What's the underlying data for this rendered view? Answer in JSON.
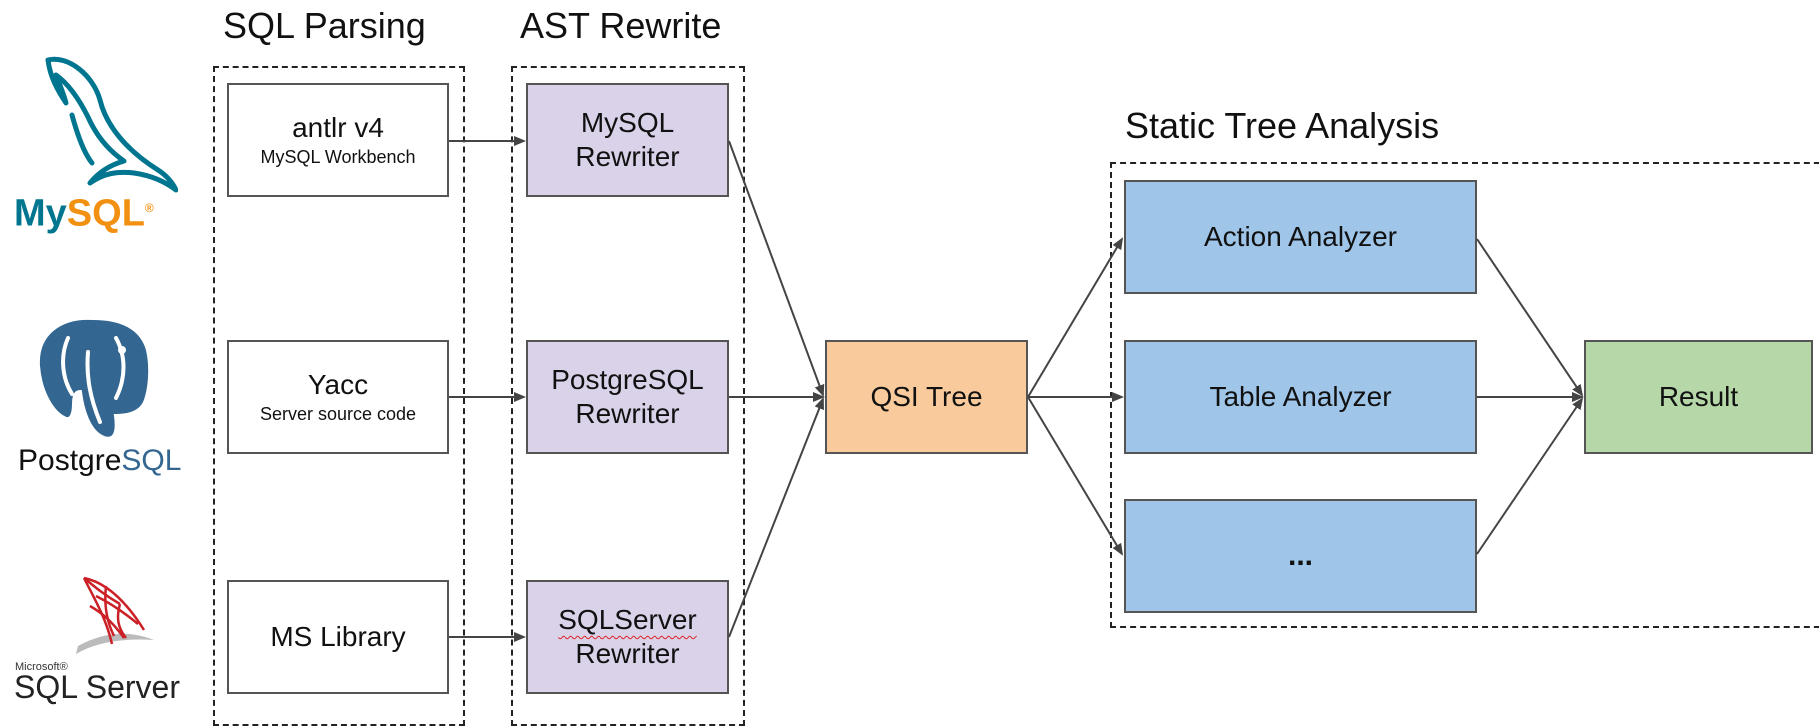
{
  "headings": {
    "sql_parsing": "SQL Parsing",
    "ast_rewrite": "AST Rewrite",
    "static_tree_analysis": "Static Tree Analysis"
  },
  "logos": {
    "mysql": {
      "text_a": "My",
      "text_b": "SQL",
      "mark": "®"
    },
    "postgresql": {
      "text_a": "Postgre",
      "text_b": "SQL"
    },
    "sqlserver": {
      "small": "Microsoft®",
      "text": "SQL Server"
    }
  },
  "parsers": [
    {
      "title": "antlr v4",
      "subtitle": "MySQL Workbench"
    },
    {
      "title": "Yacc",
      "subtitle": "Server source code"
    },
    {
      "title": "MS Library",
      "subtitle": ""
    }
  ],
  "rewriters": [
    {
      "line1": "MySQL",
      "line2": "Rewriter"
    },
    {
      "line1": "PostgreSQL",
      "line2": "Rewriter"
    },
    {
      "line1": "SQLServer",
      "line2": "Rewriter"
    }
  ],
  "qsi_tree": "QSI Tree",
  "analyzers": [
    "Action Analyzer",
    "Table Analyzer",
    "..."
  ],
  "result": "Result",
  "colors": {
    "rewriter": "#d9d2e9",
    "qsi_tree": "#f9cb9c",
    "analyzer": "#9fc5e8",
    "result": "#b6d7a8",
    "mysql_blue": "#00758f",
    "mysql_orange": "#f29111",
    "postgres_blue": "#336791"
  },
  "icons": [
    "mysql-dolphin-icon",
    "postgresql-elephant-icon",
    "sqlserver-icon"
  ]
}
